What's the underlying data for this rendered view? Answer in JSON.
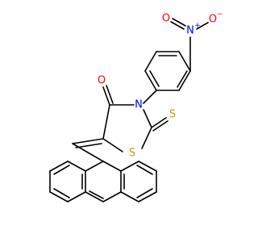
{
  "colors": {
    "bond": "#000000",
    "oxygen": "#ff0000",
    "nitrogen": "#0000ff",
    "sulfur": "#b8a000",
    "background": "#ffffff"
  },
  "atoms": {
    "nitro_n": {
      "symbol": "N",
      "charge": "+"
    },
    "nitro_o_left": {
      "symbol": "O",
      "charge": ""
    },
    "nitro_o_right": {
      "symbol": "O",
      "charge": "−"
    },
    "ring_n": {
      "symbol": "N",
      "charge": ""
    },
    "carbonyl_o": {
      "symbol": "O",
      "charge": ""
    },
    "ring_s": {
      "symbol": "S",
      "charge": ""
    },
    "thione_s": {
      "symbol": "S",
      "charge": ""
    }
  }
}
